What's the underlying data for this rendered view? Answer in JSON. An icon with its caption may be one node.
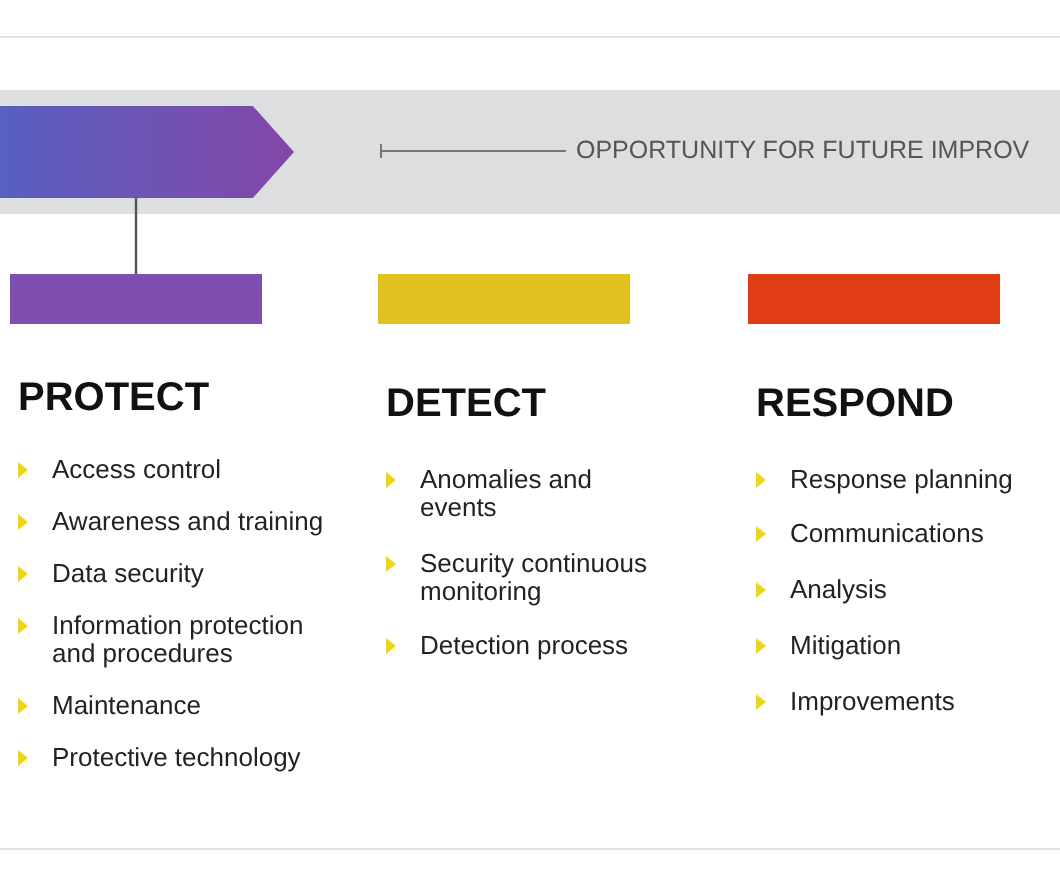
{
  "diagram": {
    "nodes": [
      {
        "text": [
          "OPPORTUNITY FOR FUTURE IMPROV"
        ]
      },
      {
        "text": [],
        "shape": "arrow",
        "in": 0
      },
      {
        "text": [],
        "shape": "bar",
        "beside": [
          "PROTECT",
          "Access control",
          "Awareness and training",
          "Data security",
          "Information protection and procedures",
          "Maintenance",
          "Protective technology"
        ]
      },
      {
        "text": [],
        "shape": "bar",
        "beside": [
          "DETECT",
          "Anomalies and events",
          "Security continuous monitoring",
          "Detection process"
        ]
      },
      {
        "text": [],
        "shape": "bar",
        "beside": [
          "RESPOND",
          "Response planning",
          "Communications",
          "Analysis",
          "Mitigation",
          "Improvements"
        ]
      }
    ],
    "edges": [
      {
        "from": 1,
        "to": 2,
        "arrow": "none"
      }
    ]
  }
}
